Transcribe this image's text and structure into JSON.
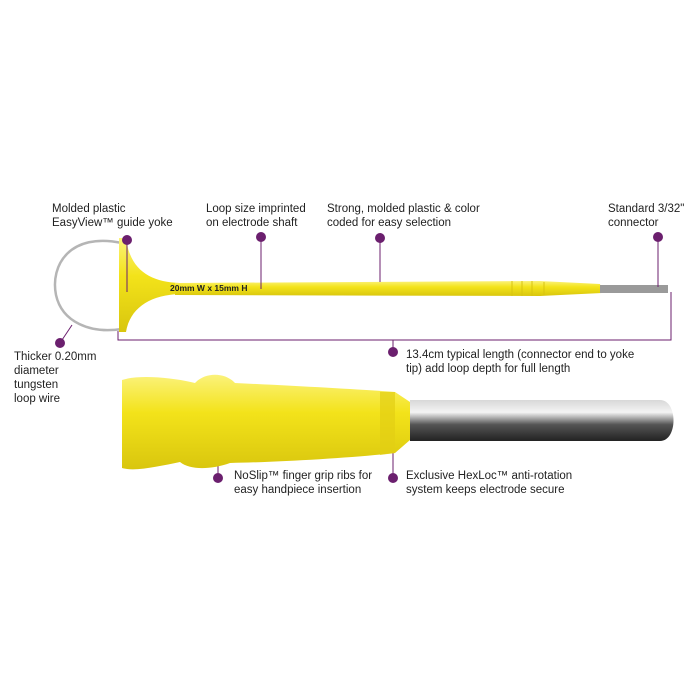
{
  "colors": {
    "accent": "#6b1f6e",
    "yellow": "#f2e51c",
    "metal": "#9a9a9a"
  },
  "electrode": {
    "imprint": "20mm W x 15mm H"
  },
  "callouts": {
    "yoke": [
      "Molded plastic",
      "EasyView™ guide yoke"
    ],
    "loop_size": [
      "Loop size imprinted",
      "on electrode shaft"
    ],
    "plastic": [
      "Strong, molded plastic & color",
      "coded for easy selection"
    ],
    "connector": [
      "Standard 3/32\"",
      "connector"
    ],
    "wire": [
      "Thicker 0.20mm",
      "diameter",
      "tungsten",
      "loop wire"
    ],
    "length": [
      "13.4cm typical length (connector end to yoke",
      "tip) add loop depth for full length"
    ],
    "noslip": [
      "NoSlip™ finger grip ribs for",
      "easy handpiece insertion"
    ],
    "hexloc": [
      "Exclusive HexLoc™ anti-rotation",
      "system keeps electrode secure"
    ]
  }
}
